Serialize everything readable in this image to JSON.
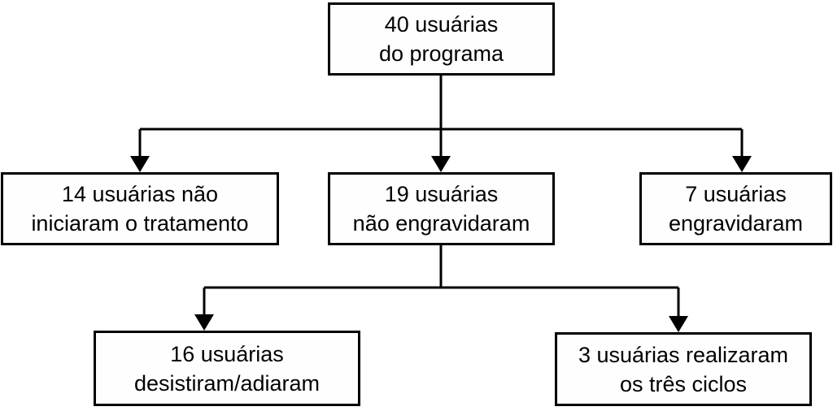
{
  "figure": {
    "type": "flowchart",
    "background_color": "#ffffff",
    "line_color": "#000000",
    "box_border_color": "#000000",
    "box_fill_color": "#fefefe",
    "text_color": "#000000"
  },
  "nodes": {
    "root": {
      "text": "40 usuárias\ndo programa"
    },
    "not_started": {
      "text": "14 usuárias não\niniciaram o tratamento"
    },
    "not_pregnant": {
      "text": "19 usuárias\nnão engravidaram"
    },
    "pregnant": {
      "text": "7 usuárias\nengravidaram"
    },
    "dropped": {
      "text": "16 usuárias\ndesistiram/adiaram"
    },
    "completed": {
      "text": "3 usuárias realizaram\nos três ciclos"
    }
  }
}
